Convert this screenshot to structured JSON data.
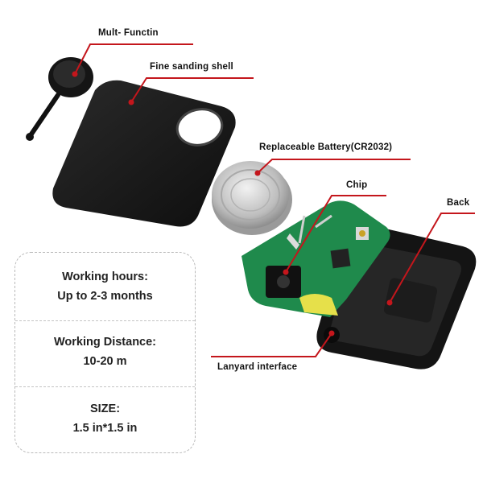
{
  "callouts": {
    "multi_function": "Mult- Functin",
    "shell": "Fine sanding shell",
    "battery": "Replaceable Battery(CR2032)",
    "chip": "Chip",
    "back": "Back",
    "lanyard": "Lanyard interface"
  },
  "specs": {
    "hours_title": "Working hours:",
    "hours_value": "Up to 2-3 months",
    "distance_title": "Working Distance:",
    "distance_value": "10-20 m",
    "size_title": "SIZE:",
    "size_value": "1.5 in*1.5 in"
  },
  "colors": {
    "callout_line": "#c4161c",
    "device_black": "#1a1a1a",
    "pcb_green": "#1f8a4c",
    "battery_silver": "#c9c9c9"
  }
}
